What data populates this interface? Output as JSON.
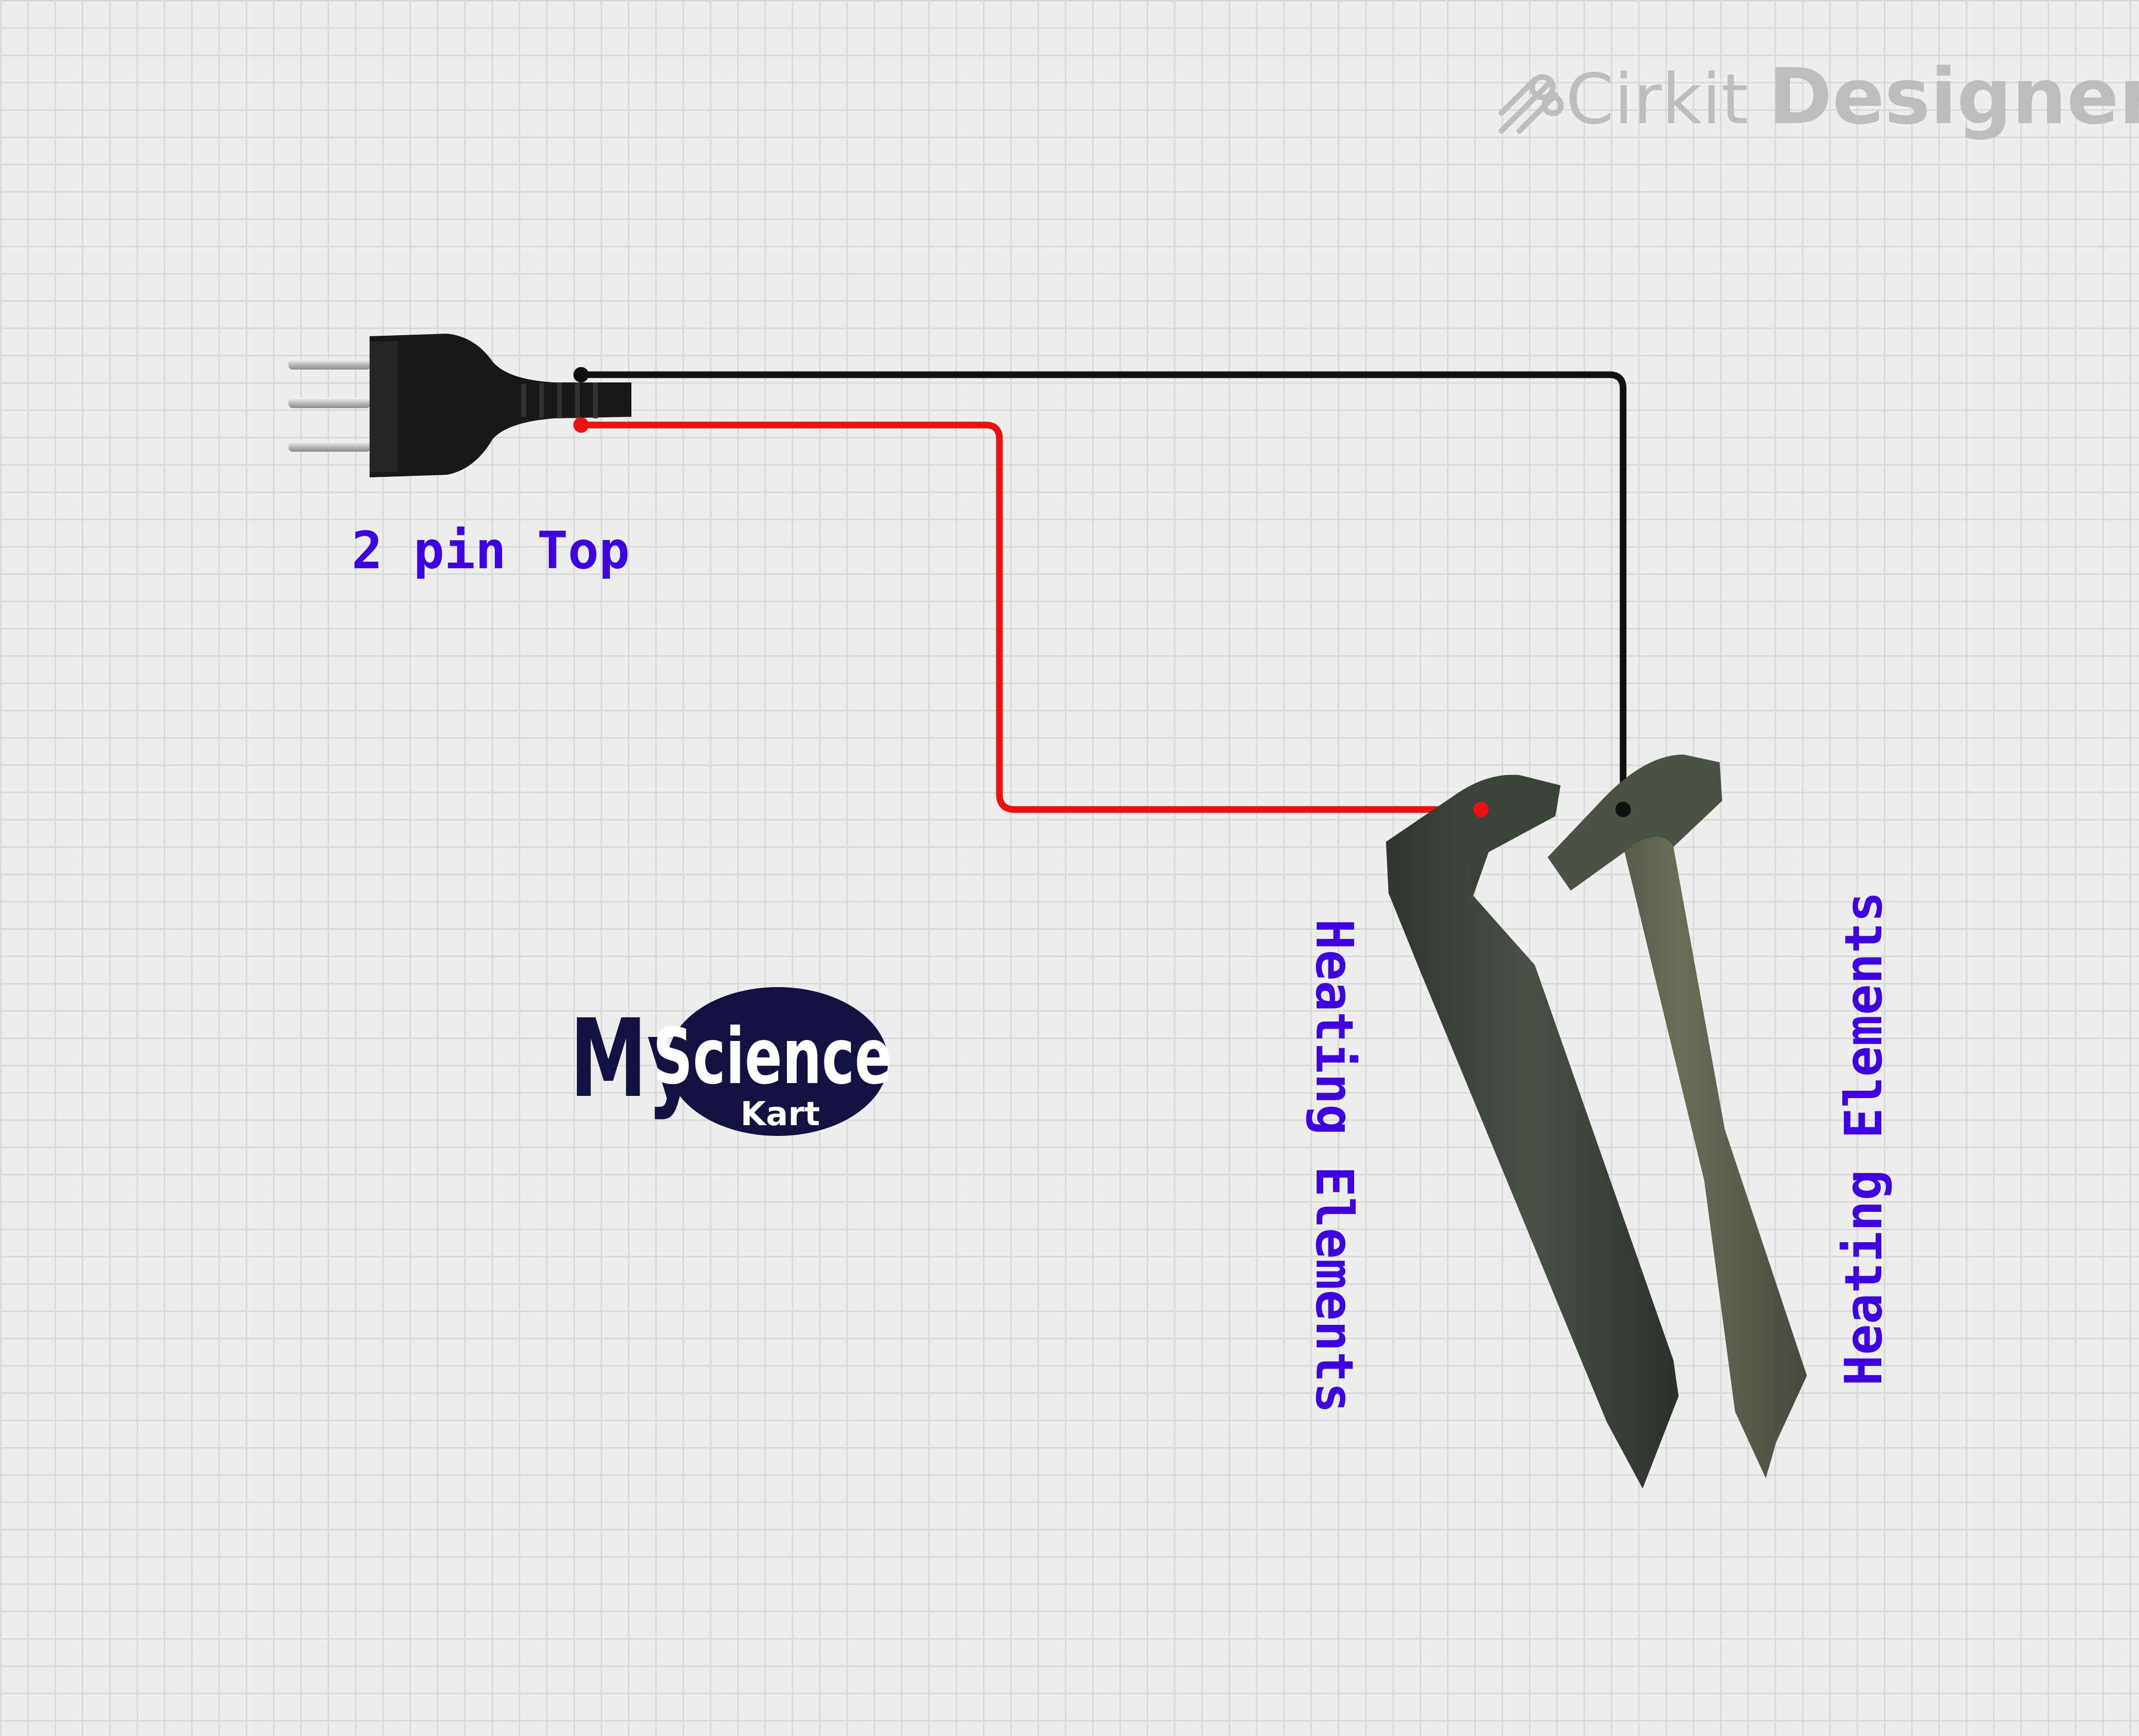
{
  "brand": {
    "name_part1": "Cirkit",
    "name_part2": "Designer",
    "color": "#bdbdbd"
  },
  "plug": {
    "label": "2 pin Top",
    "label_color": "#3d00e0"
  },
  "heating_elements": [
    {
      "label": "Heating Elements",
      "label_color": "#3d00e0"
    },
    {
      "label": "Heating Elements",
      "label_color": "#3d00e0"
    }
  ],
  "logo": {
    "word1": "My",
    "word2": "Science",
    "word3": "Kart",
    "color": "#141042"
  },
  "wires": [
    {
      "name": "black-wire",
      "color": "#111111"
    },
    {
      "name": "red-wire",
      "color": "#ee1111"
    }
  ],
  "icons": [
    "cirkit-logo-icon",
    "plug-icon",
    "heating-element-icon"
  ]
}
